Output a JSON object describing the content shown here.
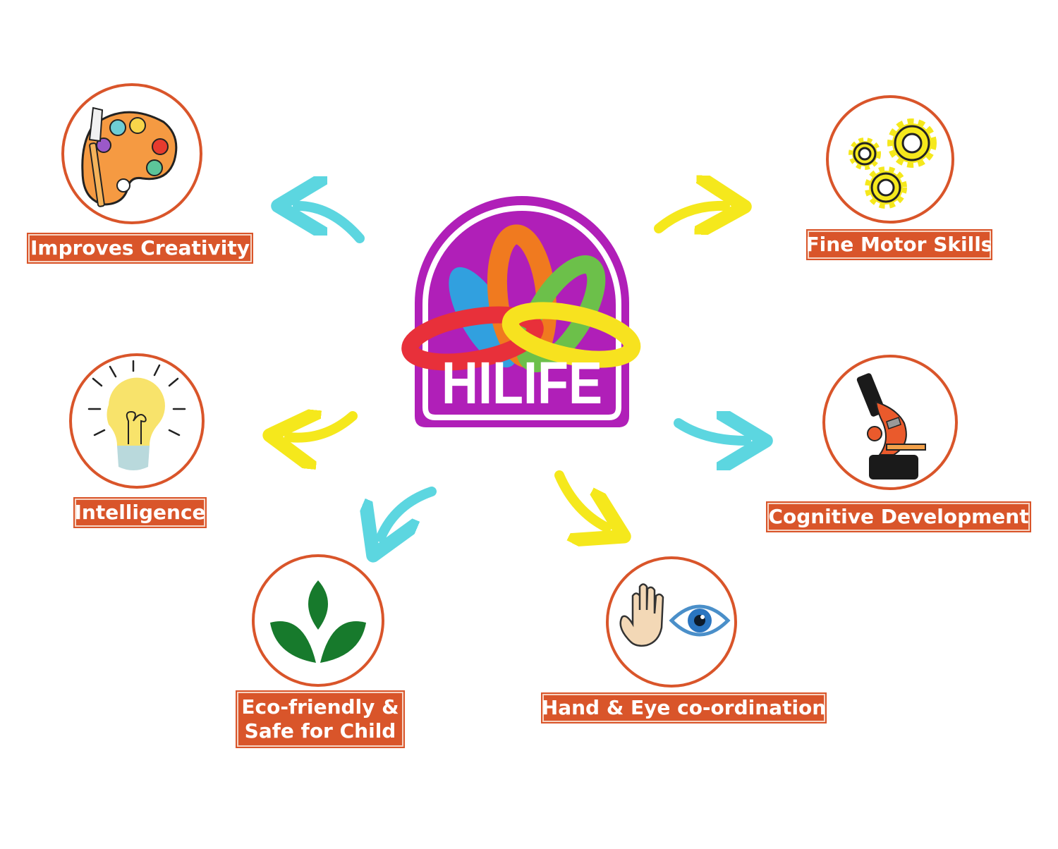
{
  "brand": {
    "name": "HILIFE",
    "badge_color": "#b01fb8"
  },
  "colors": {
    "accent": "#d9552a",
    "arrow_cyan": "#5cd6e0",
    "arrow_yellow": "#f5e81c"
  },
  "benefits": [
    {
      "id": "creativity",
      "label": "Improves Creativity",
      "icon": "paint-palette-icon"
    },
    {
      "id": "motor",
      "label": "Fine Motor Skills",
      "icon": "gears-icon"
    },
    {
      "id": "intelligence",
      "label": "Intelligence",
      "icon": "light-bulb-icon"
    },
    {
      "id": "cognitive",
      "label": "Cognitive Development",
      "icon": "microscope-icon"
    },
    {
      "id": "eco",
      "label_lines": [
        "Eco-friendly &",
        "Safe for Child"
      ],
      "icon": "leaves-icon"
    },
    {
      "id": "hand-eye",
      "label": "Hand & Eye co-ordination",
      "icon": "hand-and-eye-icon"
    }
  ]
}
